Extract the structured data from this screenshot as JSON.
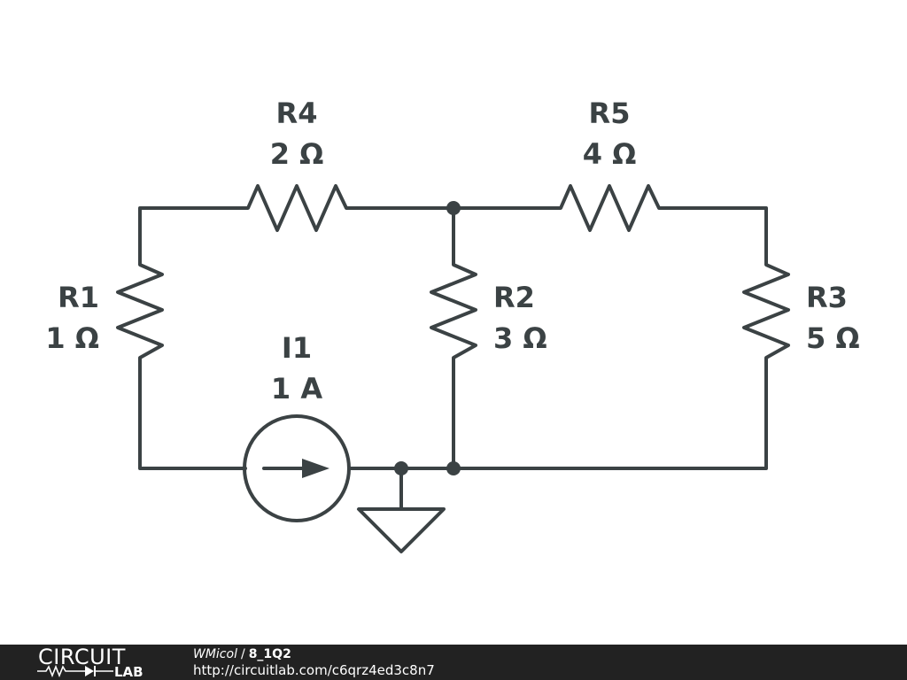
{
  "components": [
    {
      "id": "R4",
      "ref": "R4",
      "value": "2 Ω"
    },
    {
      "id": "R5",
      "ref": "R5",
      "value": "4 Ω"
    },
    {
      "id": "R1",
      "ref": "R1",
      "value": "1 Ω"
    },
    {
      "id": "R2",
      "ref": "R2",
      "value": "3 Ω"
    },
    {
      "id": "R3",
      "ref": "R3",
      "value": "5 Ω"
    },
    {
      "id": "I1",
      "ref": "I1",
      "value": "1 A"
    }
  ],
  "colors": {
    "wire": "#3b4244",
    "footer": "#222222",
    "background": "#ffffff"
  },
  "footer": {
    "logo_top": "CIRCUIT",
    "logo_bottom": "LAB",
    "author": "WMicol",
    "separator": "/",
    "circuit_name": "8_1Q2",
    "url": "http://circuitlab.com/c6qrz4ed3c8n7"
  }
}
